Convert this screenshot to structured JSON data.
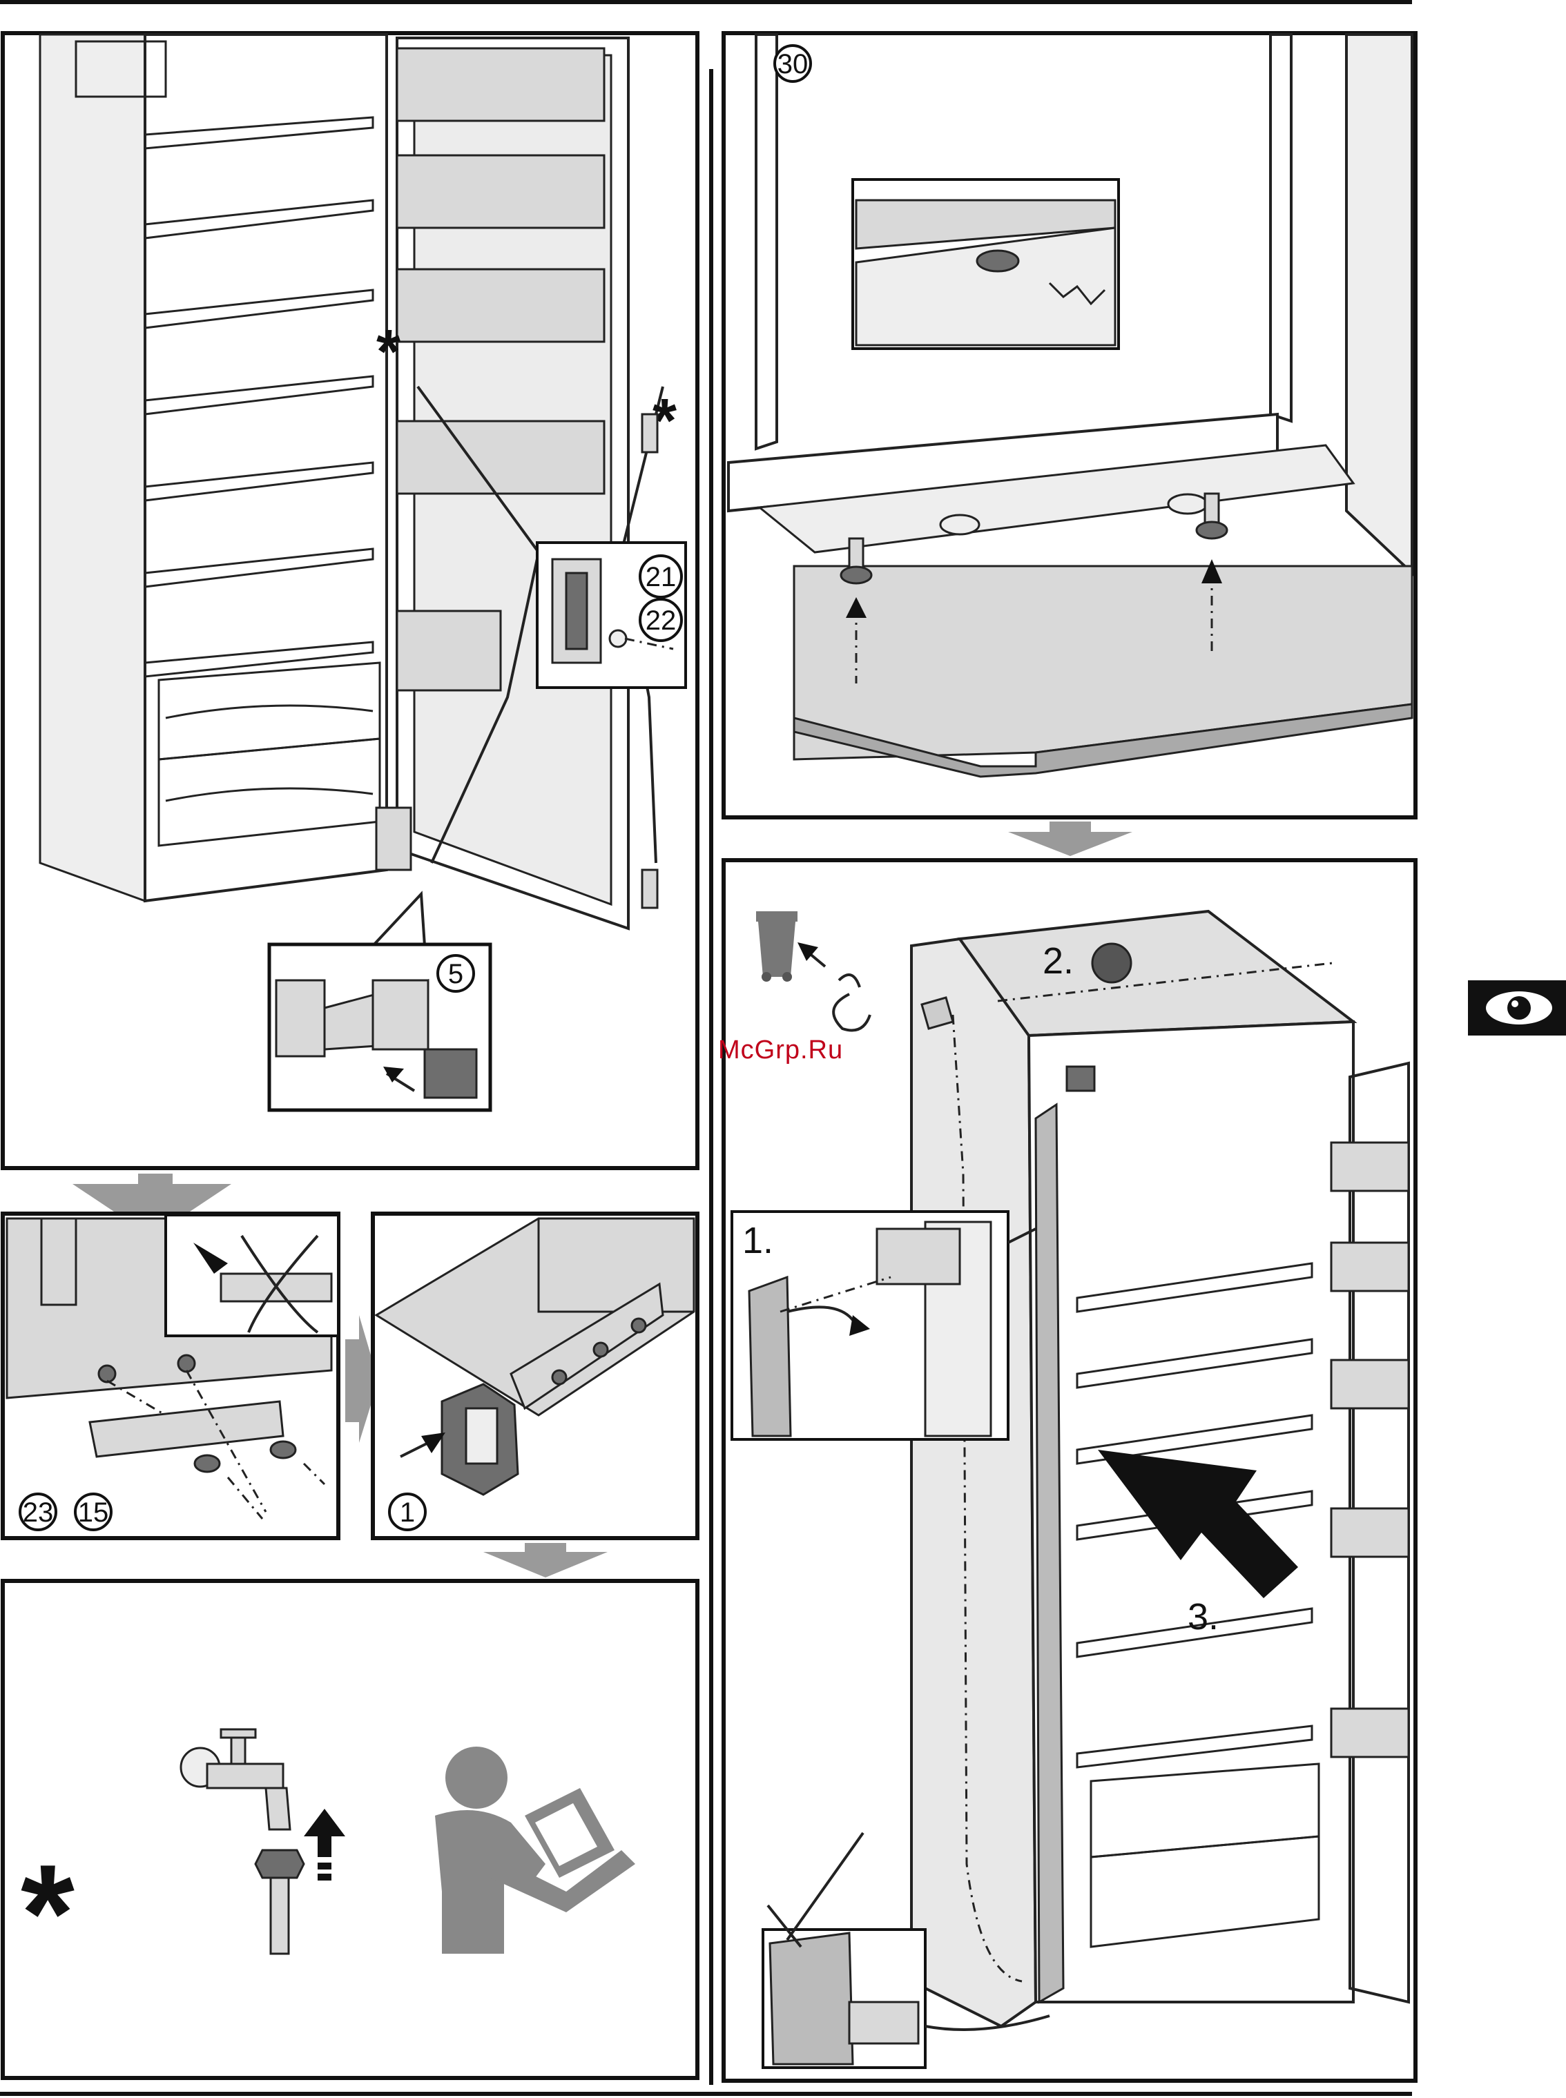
{
  "callouts": {
    "hinge_top": "21",
    "screw_top": "22",
    "hinge_bottom": "5",
    "bracket_a": "23",
    "bracket_b": "15",
    "clip": "1",
    "feet": "30"
  },
  "steps": {
    "step1": "1.",
    "step2": "2.",
    "step3": "3."
  },
  "watermark": "McGrp.Ru",
  "icons": [
    "asterisk-icon",
    "water-tap-icon",
    "technician-reading-icon",
    "eye-icon",
    "trash-bin-icon",
    "recycle-arrow-icon"
  ],
  "colors": {
    "line": "#111111",
    "fill_gray": "#d9d9d9",
    "flow_arrow": "#9a9a9a",
    "tab_black": "#111111"
  }
}
